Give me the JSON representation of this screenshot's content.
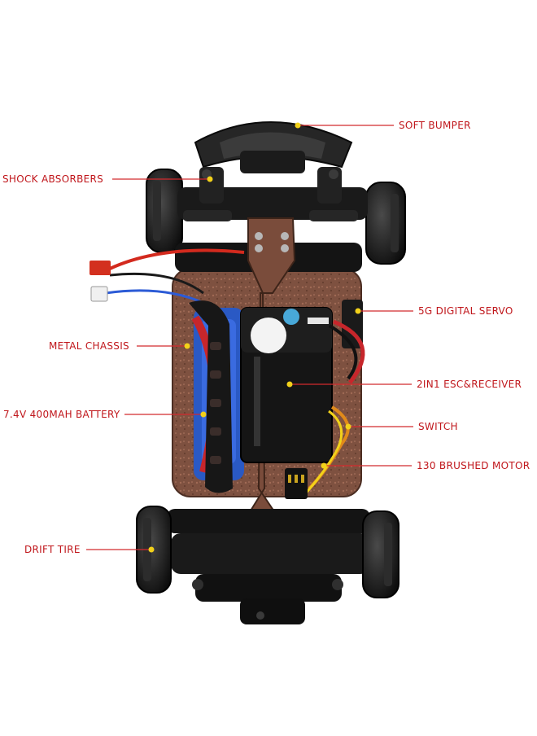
{
  "callouts": [
    {
      "id": "soft-bumper",
      "label": "SOFT BUMPER"
    },
    {
      "id": "shock-absorbers",
      "label": "SHOCK ABSORBERS"
    },
    {
      "id": "5g-digital-servo",
      "label": "5G DIGITAL SERVO"
    },
    {
      "id": "metal-chassis",
      "label": "METAL CHASSIS"
    },
    {
      "id": "2in1-esc-receiver",
      "label": "2IN1 ESC&RECEIVER"
    },
    {
      "id": "battery",
      "label": "7.4V 400MAH BATTERY"
    },
    {
      "id": "switch",
      "label": "SWITCH"
    },
    {
      "id": "130-brushed-motor",
      "label": "130 BRUSHED MOTOR"
    },
    {
      "id": "drift-tire",
      "label": "DRIFT TIRE"
    }
  ],
  "colors": {
    "callout_line": "#d22a2e",
    "callout_text": "#c0161b",
    "marker_dot": "#f2d11a",
    "chassis_plate": "#8a5a44",
    "frame_black": "#161616",
    "battery_blue": "#2a59c4",
    "battery_red": "#c7262b"
  },
  "icons": [
    "rc-car-chassis-illustration"
  ]
}
